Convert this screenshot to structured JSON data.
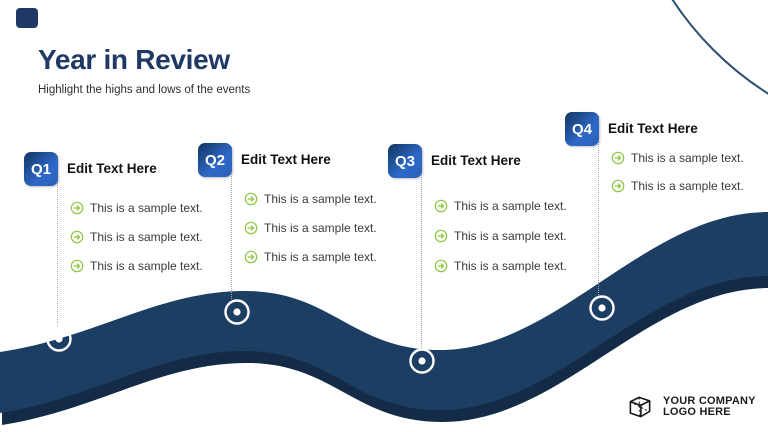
{
  "page": {
    "title": "Year in Review",
    "subtitle": "Highlight the highs and lows of the events"
  },
  "colors": {
    "navy": "#1f3864",
    "ribbon": "#1c3e63",
    "ribbon-dark": "#132b47",
    "badge-1": "#123560",
    "badge-2": "#2e69c9",
    "green": "#8dc63f",
    "line": "#a8a8a8"
  },
  "quarters": [
    {
      "label": "Q1",
      "heading": "Edit Text Here",
      "items": [
        "This is a sample text.",
        "This is a sample text.",
        "This is a sample text."
      ]
    },
    {
      "label": "Q2",
      "heading": "Edit Text Here",
      "items": [
        "This is a sample text.",
        "This is a sample text.",
        "This is a sample text."
      ]
    },
    {
      "label": "Q3",
      "heading": "Edit Text Here",
      "items": [
        "This is a sample text.",
        "This is a sample text.",
        "This is a sample text."
      ]
    },
    {
      "label": "Q4",
      "heading": "Edit Text Here",
      "items": [
        "This is a sample text.",
        "This is a sample text."
      ]
    }
  ],
  "icons": {
    "bullet": "arrow-right-circle-icon",
    "logo": "cube-icon"
  },
  "logo": {
    "line1": "YOUR COMPANY",
    "line2": "LOGO HERE"
  }
}
